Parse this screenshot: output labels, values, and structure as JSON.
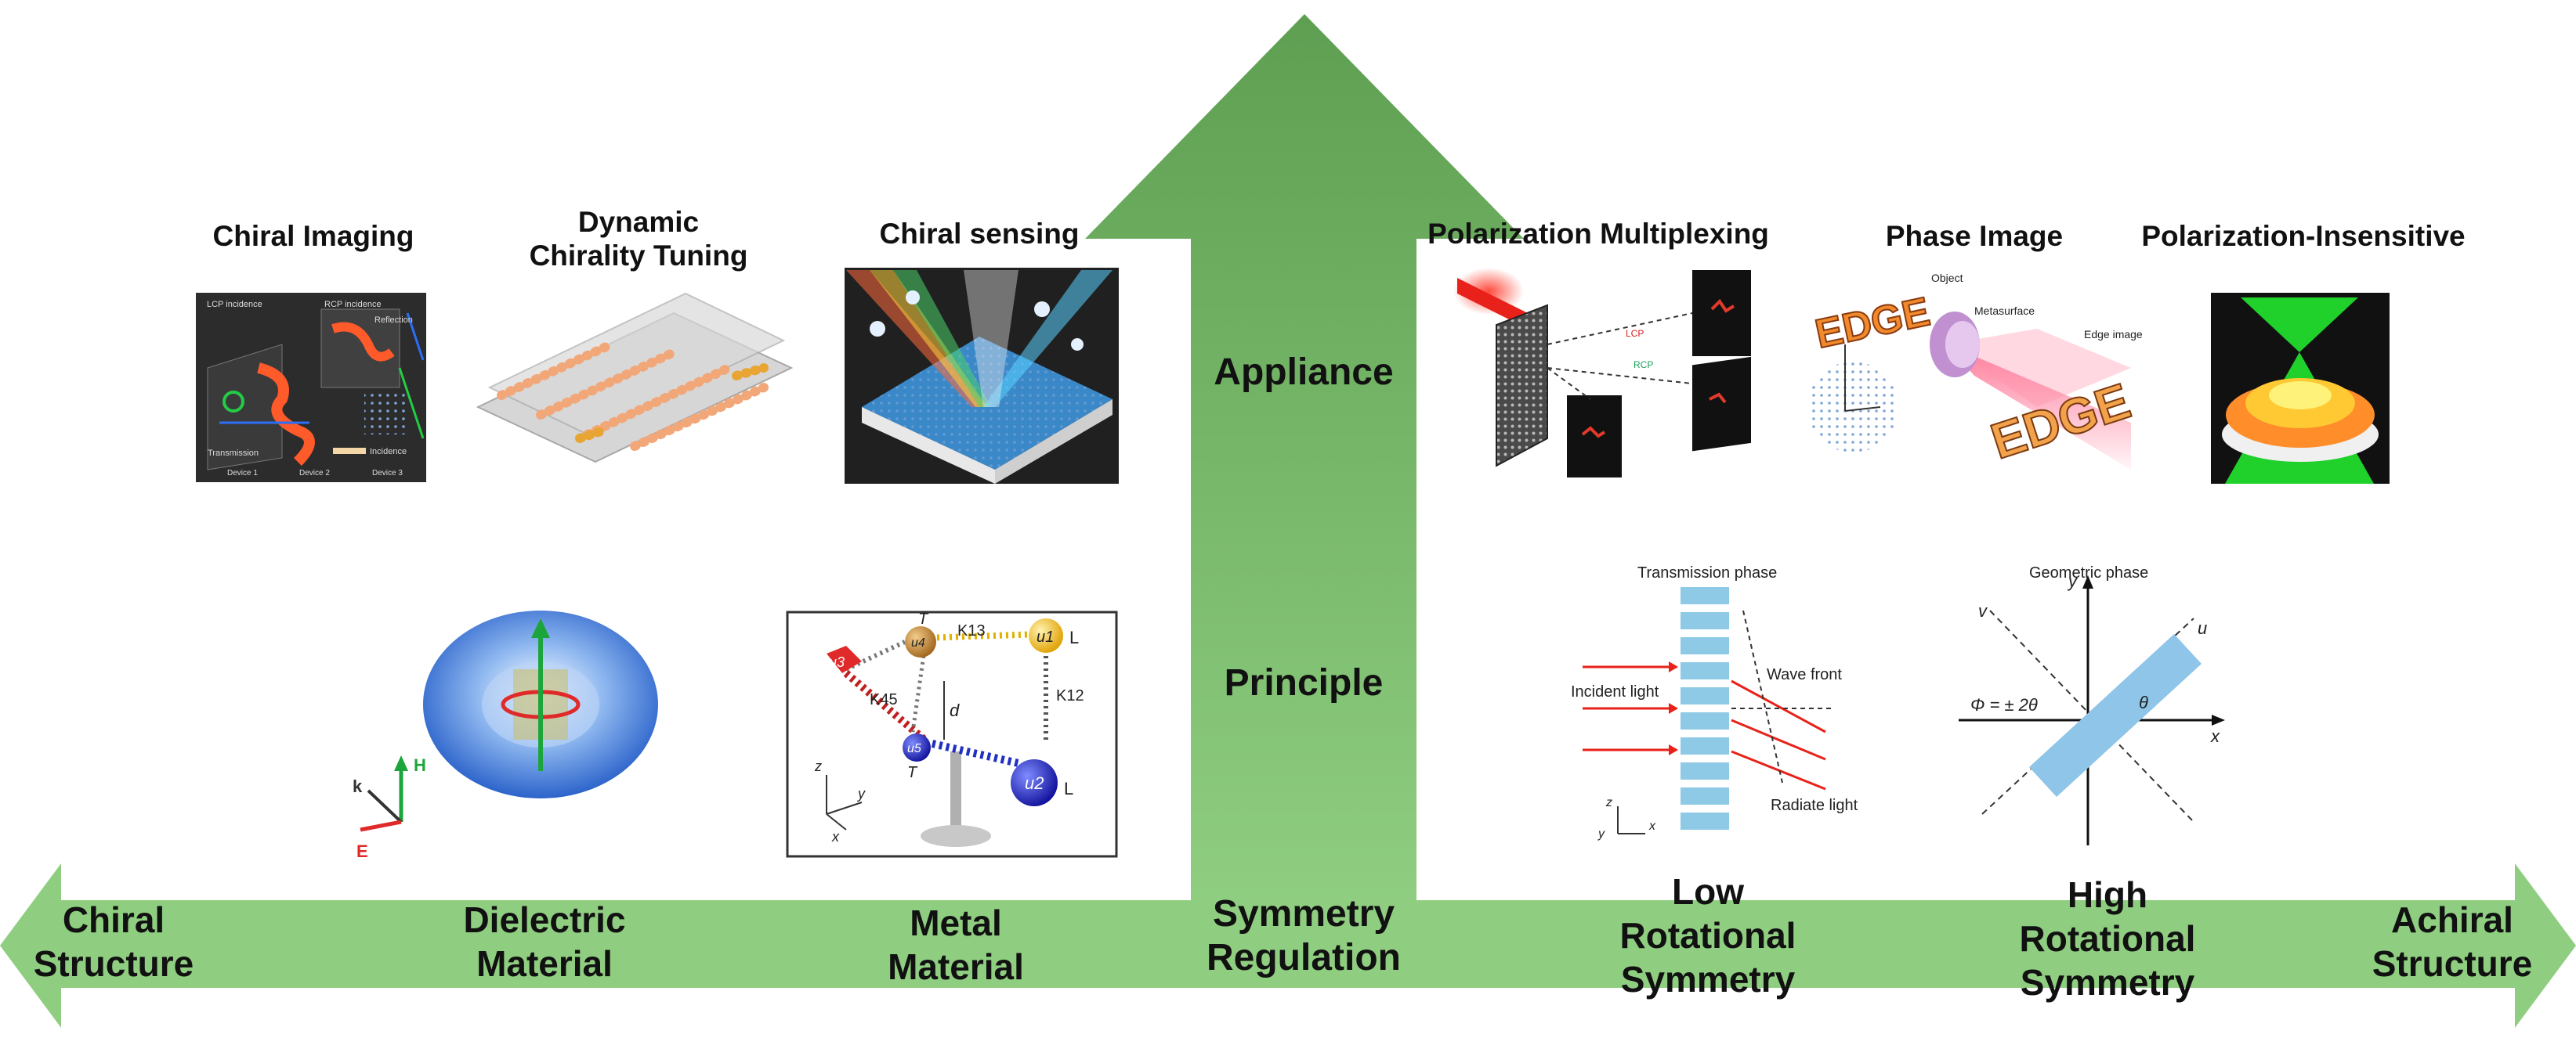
{
  "applications": {
    "chiral_imaging": "Chiral Imaging",
    "dynamic_chirality_line1": "Dynamic",
    "dynamic_chirality_line2": "Chirality Tuning",
    "chiral_sensing": "Chiral sensing",
    "polarization_multiplexing": "Polarization Multiplexing",
    "phase_image": "Phase Image",
    "polarization_insensitive": "Polarization-Insensitive"
  },
  "stages": {
    "appliance": "Appliance",
    "principle": "Principle",
    "symmetry_line1": "Symmetry",
    "symmetry_line2": "Regulation"
  },
  "axis": {
    "chiral_line1": "Chiral",
    "chiral_line2": "Structure",
    "dielectric_line1": "Dielectric",
    "dielectric_line2": "Material",
    "metal_line1": "Metal",
    "metal_line2": "Material",
    "low_line1": "Low",
    "low_line2": "Rotational",
    "low_line3": "Symmetry",
    "high_line1": "High",
    "high_line2": "Rotational",
    "high_line3": "Symmetry",
    "achiral_line1": "Achiral",
    "achiral_line2": "Structure"
  },
  "panel_labels": {
    "lcp_incidence": "LCP incidence",
    "rcp_incidence": "RCP incidence",
    "reflection": "Reflection",
    "transmission": "Transmission",
    "incidence": "Incidence",
    "device1": "Device 1",
    "device2": "Device 2",
    "device3": "Device 3",
    "edge": "EDGE",
    "object": "Object",
    "metasurface": "Metasurface",
    "edge_image": "Edge image",
    "lcp": "LCP",
    "rcp": "RCP",
    "transmission_phase": "Transmission phase",
    "incident_light": "Incident light",
    "wave_front": "Wave front",
    "radiate_light": "Radiate light",
    "geometric_phase": "Geometric phase",
    "phi_formula": "Φ = ± 2θ",
    "theta": "θ",
    "axis_x": "x",
    "axis_y": "y",
    "axis_z": "z",
    "axis_u": "u",
    "axis_v": "v",
    "field_h": "H",
    "field_e": "E",
    "field_k": "k",
    "u1": "u1",
    "u2": "u2",
    "u3": "u3",
    "u4": "u4",
    "u5": "u5",
    "spring_t_top": "T",
    "spring_t_bottom": "T",
    "k13": "K13",
    "k12": "K12",
    "k45": "K45",
    "d": "d",
    "l_top": "L",
    "l_bottom": "L"
  },
  "colors": {
    "arrow_green": "#8fce80",
    "arrow_dark_green": "#5a9e4e",
    "torus_blue": "#2f6fd6",
    "laser_red": "#e8221a",
    "stripe_blue": "#8ecae6",
    "rect_blue": "#8ec5e8"
  }
}
